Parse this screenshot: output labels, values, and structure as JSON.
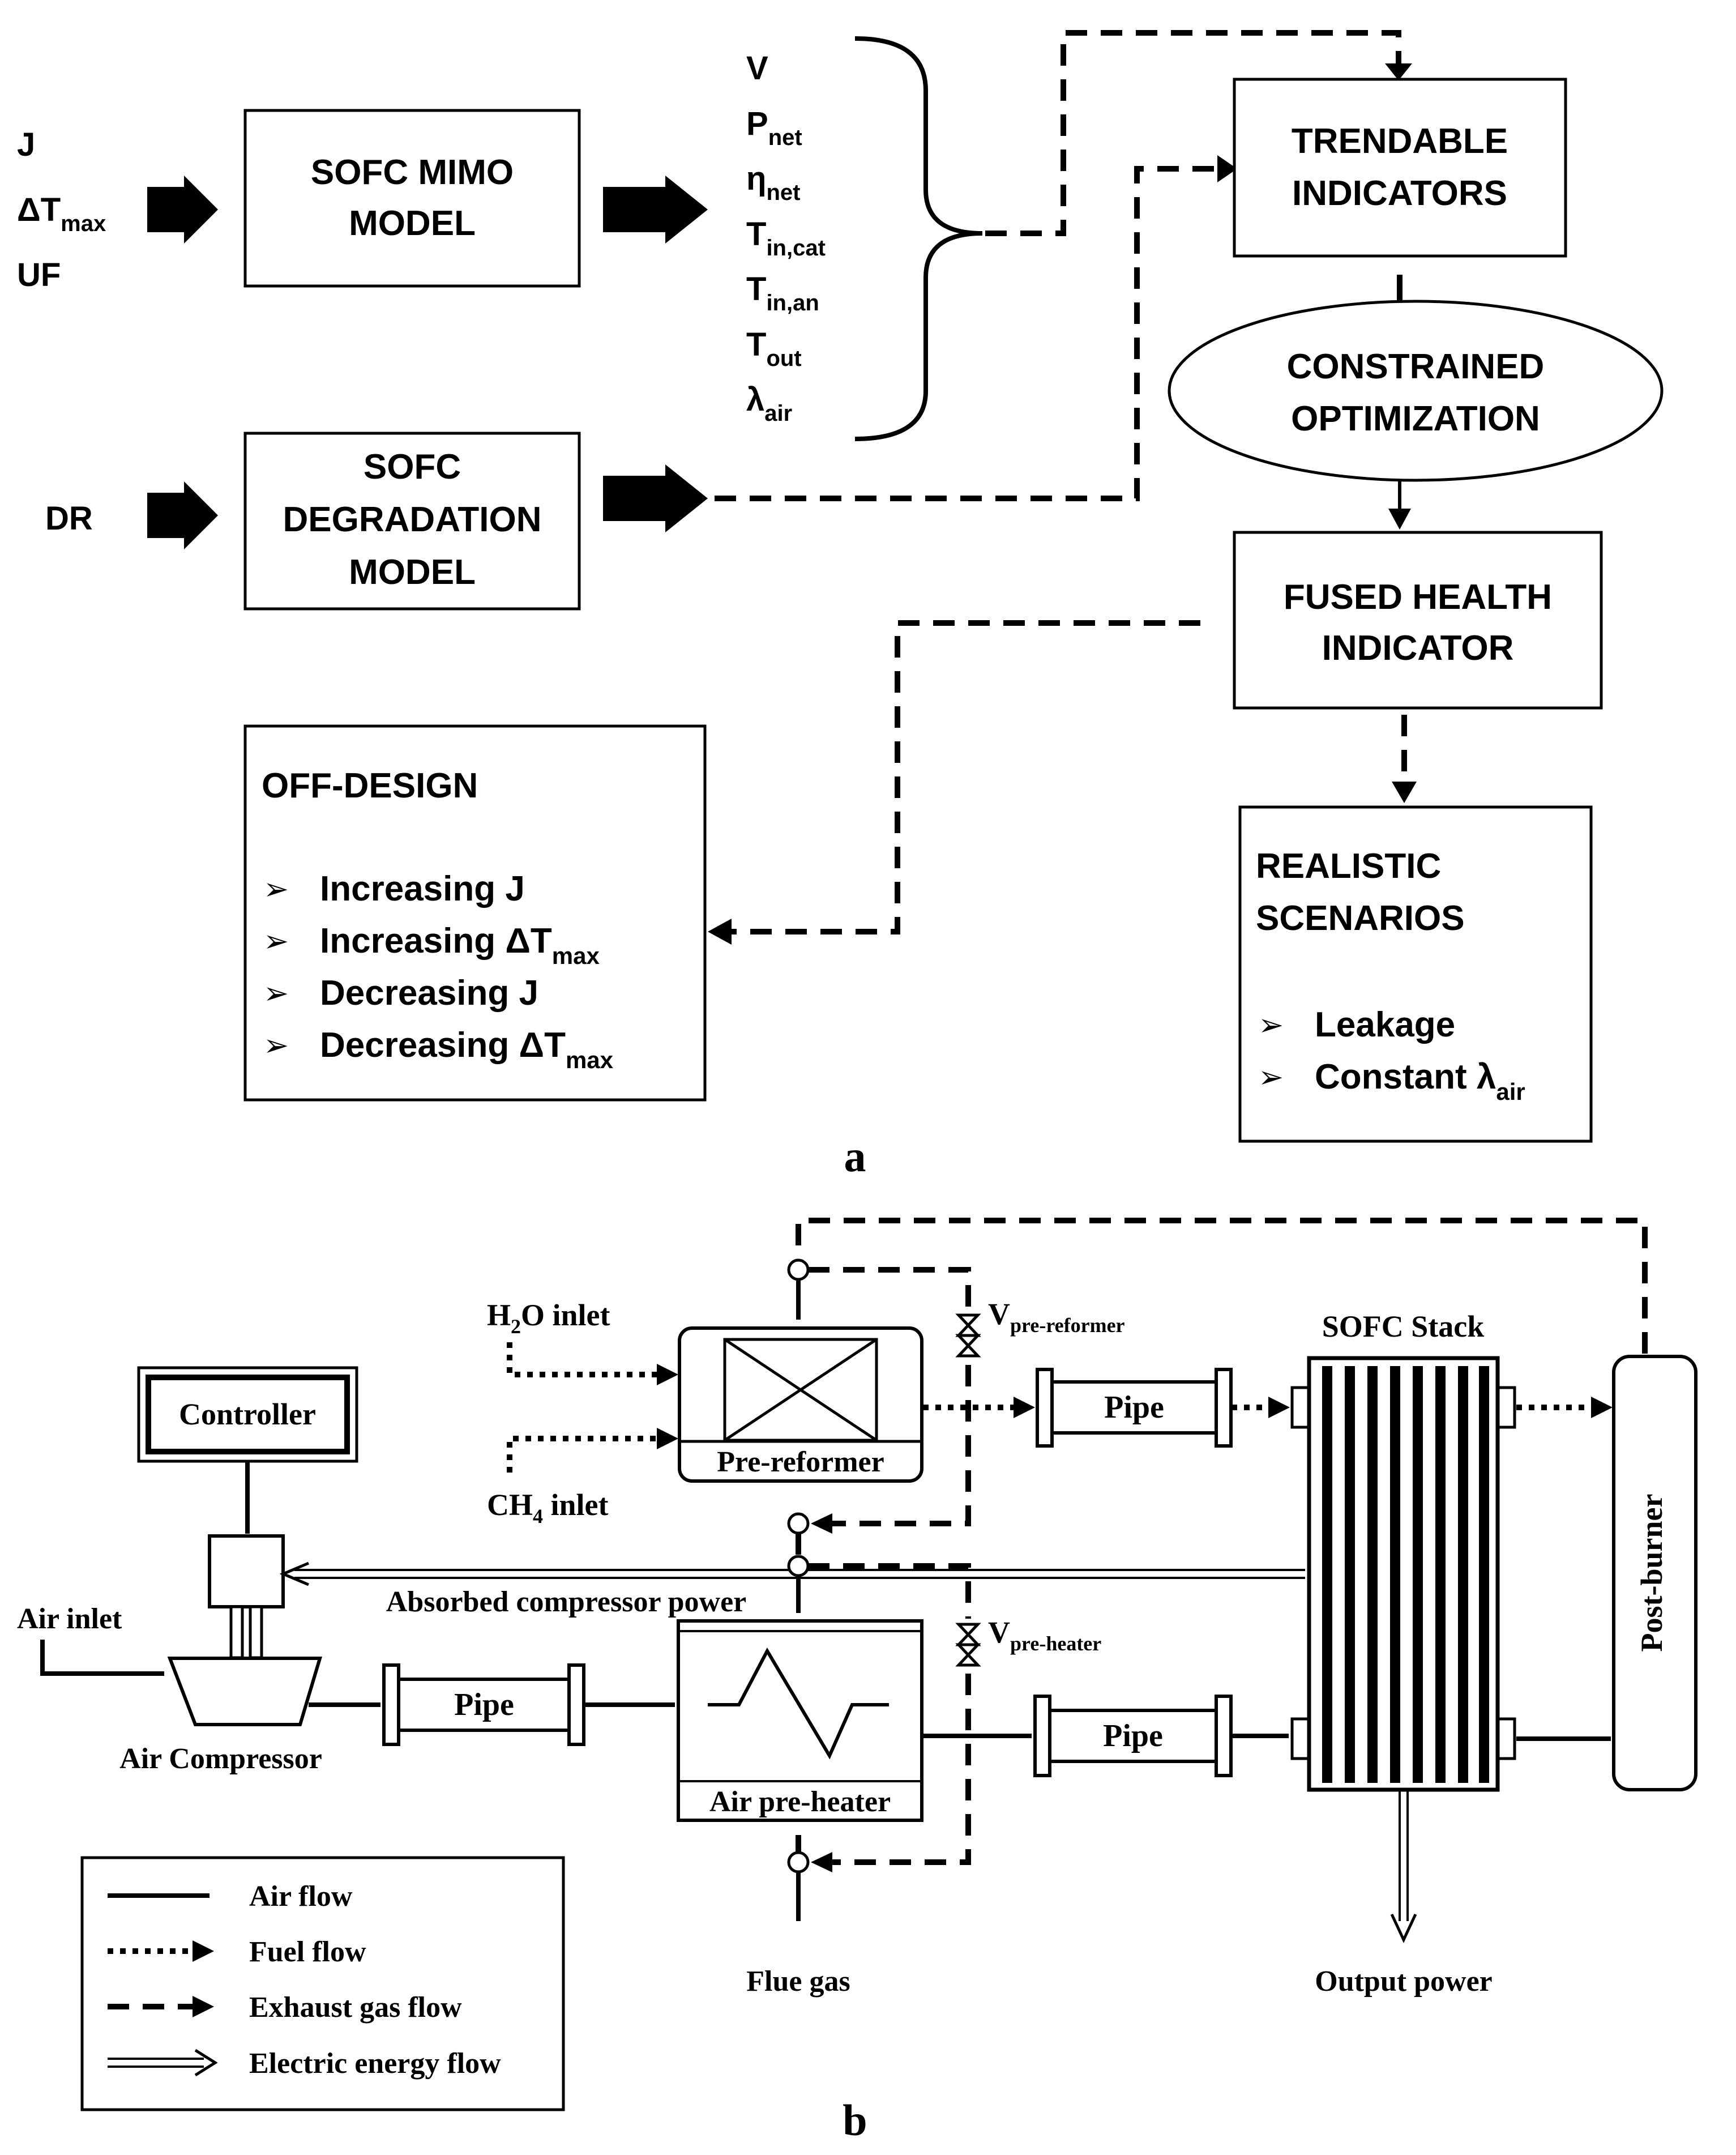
{
  "panel_a": {
    "label": "a",
    "inputs_mimo": [
      "J",
      "ΔT",
      "UF"
    ],
    "inputs_mimo_sub": "max",
    "input_degradation": "DR",
    "mimo_box": [
      "SOFC MIMO",
      "MODEL"
    ],
    "degradation_box": [
      "SOFC",
      "DEGRADATION",
      "MODEL"
    ],
    "outputs": [
      {
        "main": "V",
        "sub": ""
      },
      {
        "main": "P",
        "sub": "net"
      },
      {
        "main": "η",
        "sub": "net"
      },
      {
        "main": "T",
        "sub": "in,cat"
      },
      {
        "main": "T",
        "sub": "in,an"
      },
      {
        "main": "T",
        "sub": "out"
      },
      {
        "main": "λ",
        "sub": "air"
      }
    ],
    "trendable": [
      "TRENDABLE",
      "INDICATORS"
    ],
    "constrained": [
      "CONSTRAINED",
      "OPTIMIZATION"
    ],
    "fused": [
      "FUSED HEALTH",
      "INDICATOR"
    ],
    "offdesign": {
      "title": "OFF-DESIGN",
      "items": [
        {
          "main": "Increasing J",
          "sub": ""
        },
        {
          "main": "Increasing ΔT",
          "sub": "max"
        },
        {
          "main": "Decreasing J",
          "sub": ""
        },
        {
          "main": "Decreasing ΔT",
          "sub": "max"
        }
      ]
    },
    "realistic": {
      "title": [
        "REALISTIC",
        "SCENARIOS"
      ],
      "items": [
        {
          "main": "Leakage",
          "sub": ""
        },
        {
          "main": "Constant λ",
          "sub": "air"
        }
      ]
    },
    "bullet": "➢"
  },
  "panel_b": {
    "label": "b",
    "controller": "Controller",
    "h2o_main": "H",
    "h2o_sub": "2",
    "h2o_rest": "O inlet",
    "ch4_main": "CH",
    "ch4_sub": "4",
    "ch4_rest": " inlet",
    "prereformer": "Pre-reformer",
    "v_prereformer_main": "V",
    "v_prereformer_sub": "pre-reformer",
    "v_preheater_main": "V",
    "v_preheater_sub": "pre-heater",
    "pipe": "Pipe",
    "sofc_stack": "SOFC Stack",
    "post_burner": "Post-burner",
    "absorbed": "Absorbed compressor power",
    "air_inlet": "Air inlet",
    "air_compressor": "Air Compressor",
    "air_preheater": "Air pre-heater",
    "flue_gas": "Flue gas",
    "output_power": "Output power",
    "legend": [
      "Air flow",
      "Fuel flow",
      "Exhaust gas flow",
      "Electric energy flow"
    ]
  }
}
